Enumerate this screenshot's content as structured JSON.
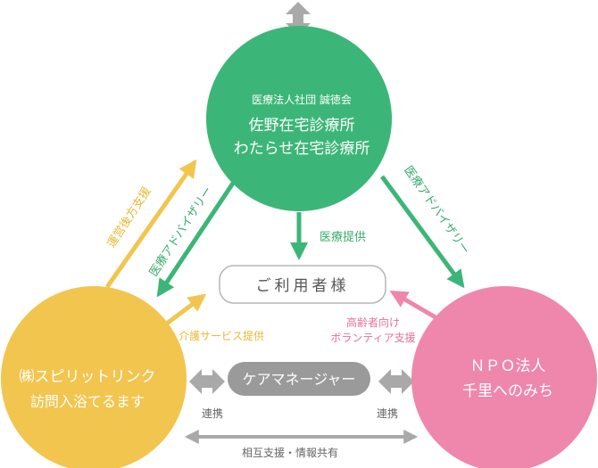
{
  "nodes": {
    "clinic": {
      "subtitle": "医療法人社団 誠徳会",
      "line1": "佐野在宅診療所",
      "line2": "わたらせ在宅診療所",
      "color": "#3cb678"
    },
    "spirit": {
      "line1": "㈱スピリットリンク",
      "line2": "訪問入浴てるます",
      "color": "#f2c54f"
    },
    "npo": {
      "line1": "ＮＰＯ法人",
      "line2": "千里へのみち",
      "color": "#ee87ab"
    },
    "user": {
      "label": "ご利用者様"
    },
    "caremanager": {
      "label": "ケアマネージャー"
    }
  },
  "labels": {
    "advisory_left": "医療アドバイザリー",
    "management_support": "運営後方支援",
    "advisory_right": "医療アドバイザリー",
    "medical_care": "医療提供",
    "care_service": "介護サービス提供",
    "elderly_line1": "高齢者向け",
    "elderly_line2": "ボランティア支援",
    "link_left": "連携",
    "link_right": "連携",
    "mutual_support": "相互支援・情報共有"
  },
  "colors": {
    "green": "#3cb678",
    "green_text": "#3aaa6e",
    "yellow": "#f2c54f",
    "pink": "#ee87ab",
    "gray_arrow": "#a9a9a9",
    "gray_pill": "#9a9a9a",
    "outline": "#b5b5b5"
  }
}
